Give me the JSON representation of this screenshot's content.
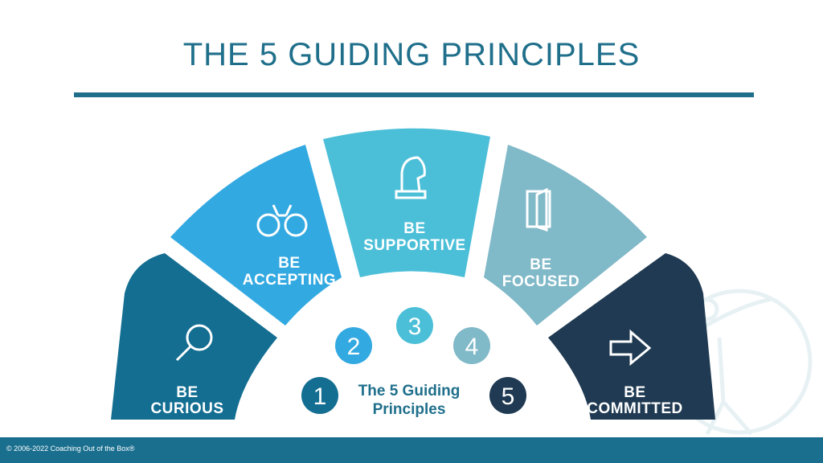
{
  "title": "THE 5 GUIDING PRINCIPLES",
  "center": {
    "line1": "The 5 Guiding",
    "line2": "Principles"
  },
  "segments": [
    {
      "number": "1",
      "line1": "BE",
      "line2": "CURIOUS",
      "icon": "magnifying-glass-icon",
      "color": "#136e92"
    },
    {
      "number": "2",
      "line1": "BE",
      "line2": "ACCEPTING",
      "icon": "binoculars-icon",
      "color": "#33a9e1"
    },
    {
      "number": "3",
      "line1": "BE",
      "line2": "SUPPORTIVE",
      "icon": "chess-knight-icon",
      "color": "#4cbfd8"
    },
    {
      "number": "4",
      "line1": "BE",
      "line2": "FOCUSED",
      "icon": "open-door-icon",
      "color": "#80b9c8"
    },
    {
      "number": "5",
      "line1": "BE",
      "line2": "COMMITTED",
      "icon": "arrow-right-icon",
      "color": "#1f3a52"
    }
  ],
  "footer": {
    "copyright": "© 2006-2022 Coaching Out of the Box®"
  },
  "colors": {
    "title": "#1f6f8b",
    "footer_bar": "#1a6f8f"
  }
}
